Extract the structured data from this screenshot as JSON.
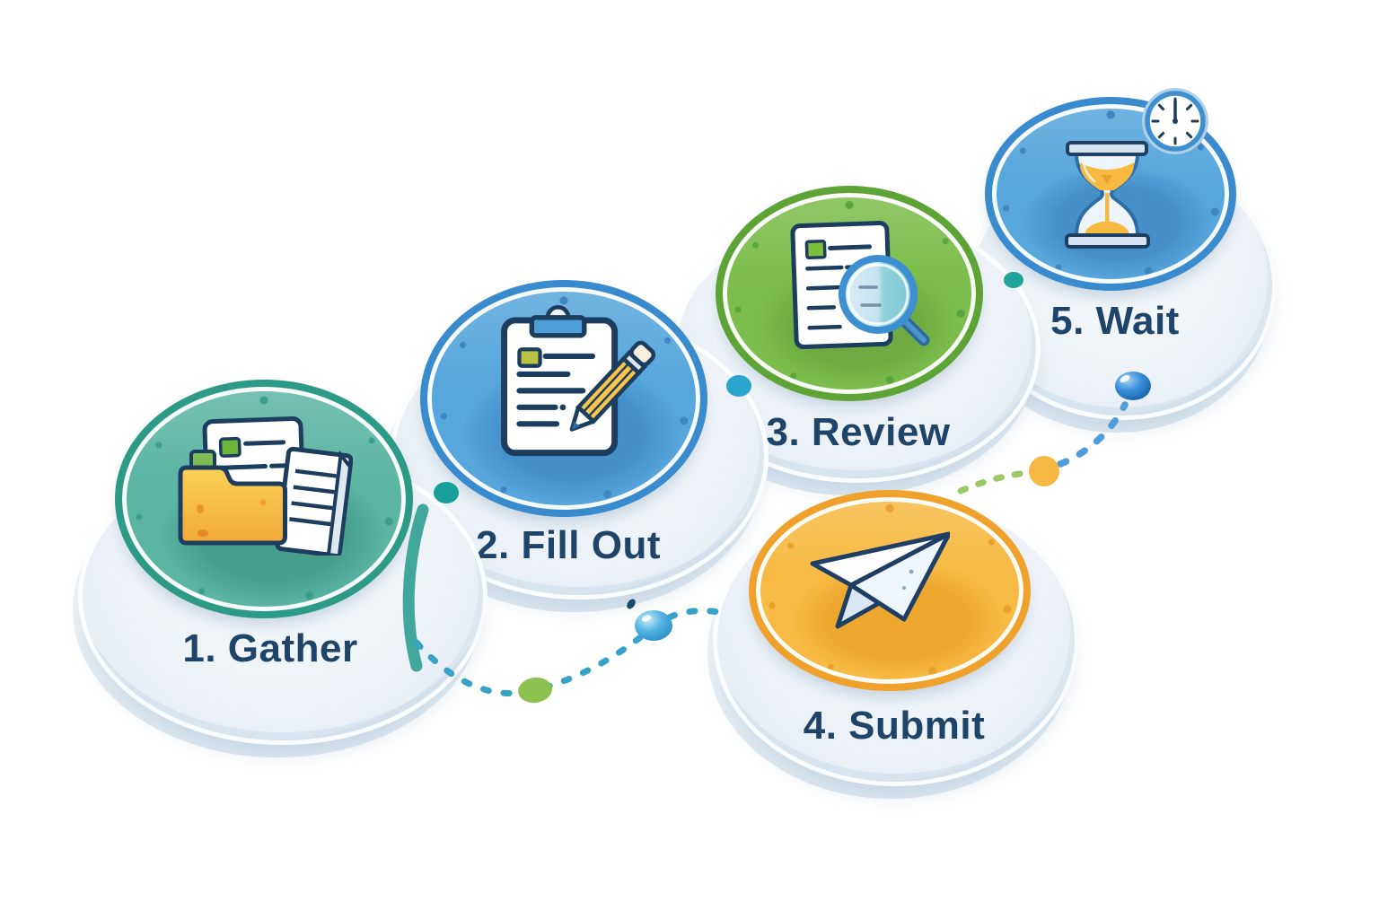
{
  "illustration": {
    "background_color": "#ffffff",
    "label_color": "#1e4469",
    "platform_color": "#eef3f8"
  },
  "steps": [
    {
      "label": "1. Gather",
      "icon": "folder-documents-icon",
      "circle_color": "#5cb5a3",
      "ring_color": "#2c9a84"
    },
    {
      "label": "2. Fill Out",
      "icon": "clipboard-pencil-icon",
      "circle_color": "#57a6dc",
      "ring_color": "#3a8bcd"
    },
    {
      "label": "3. Review",
      "icon": "document-magnifier-icon",
      "circle_color": "#7dbd4d",
      "ring_color": "#5da336"
    },
    {
      "label": "4. Submit",
      "icon": "paper-plane-icon",
      "circle_color": "#f7ba44",
      "ring_color": "#efa12c"
    },
    {
      "label": "5. Wait",
      "icon": "hourglass-icon",
      "badge_icon": "clock-icon",
      "circle_color": "#57a6dc",
      "ring_color": "#3a8bcd"
    }
  ],
  "connectors": [
    {
      "from_step": "1. Gather",
      "to_step": "4. Submit",
      "style": "dotted",
      "dash_color": "#38a2c6",
      "marker_dots": [
        {
          "color": "#8cc152"
        },
        {
          "color": "#3fa9dc",
          "finish": "glossy"
        }
      ]
    },
    {
      "from_step": "4. Submit",
      "to_step": "5. Wait",
      "style": "dotted",
      "dash_colors": [
        "#9cc968",
        "#4f9cdb"
      ],
      "marker_dots": [
        {
          "color": "#f6b843"
        },
        {
          "color": "#1b6fc0",
          "finish": "glossy"
        }
      ]
    }
  ],
  "accent_dots": [
    {
      "color": "#17a09b"
    },
    {
      "color": "#2aa3cd"
    },
    {
      "color": "#1fa49a"
    }
  ],
  "crescent_color": "#2d9f90"
}
